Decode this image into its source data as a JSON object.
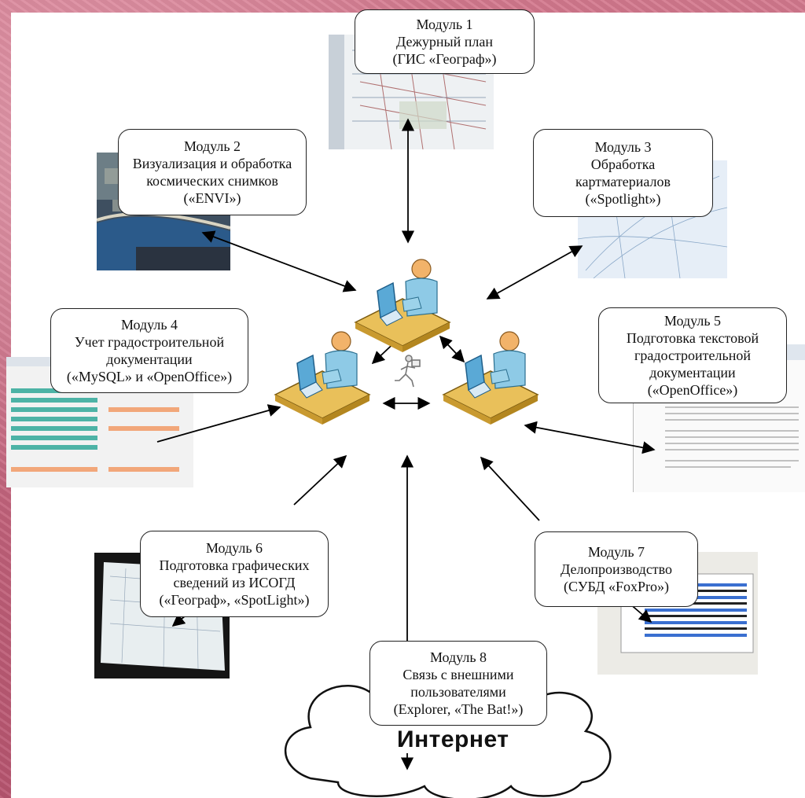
{
  "modules": [
    {
      "lines": [
        "Модуль 1",
        "Дежурный план",
        "(ГИС «Географ»)"
      ]
    },
    {
      "lines": [
        "Модуль 2",
        "Визуализация и обработка",
        "космических снимков",
        "(«ENVI»)"
      ]
    },
    {
      "lines": [
        "Модуль 3",
        "Обработка",
        "картматериалов",
        "(«Spotlight»)"
      ]
    },
    {
      "lines": [
        "Модуль 4",
        "Учет градостроительной",
        "документации",
        "(«MySQL» и «OpenOffice»)"
      ]
    },
    {
      "lines": [
        "Модуль 5",
        "Подготовка текстовой",
        "градостроительной",
        "документации",
        "(«OpenOffice»)"
      ]
    },
    {
      "lines": [
        "Модуль 6",
        "Подготовка графических",
        "сведений из ИСОГД",
        "(«Географ», «SpotLight»)"
      ]
    },
    {
      "lines": [
        "Модуль 7",
        "Делопроизводство",
        "(СУБД «FoxPro»)"
      ]
    },
    {
      "lines": [
        "Модуль 8",
        "Связь с внешними",
        "пользователями",
        "(Explorer, «The Bat!»)"
      ]
    }
  ],
  "internet_label": "Интернет",
  "icons": {
    "workstation": "workstation-user-icon",
    "courier": "running-courier-icon",
    "cloud": "cloud-shape"
  },
  "colors": {
    "background": "#c8687e",
    "desk": "#e9c05a",
    "monitor": "#5aa9d6",
    "person_skin": "#f2b36a",
    "person_shirt": "#8ecae6"
  }
}
